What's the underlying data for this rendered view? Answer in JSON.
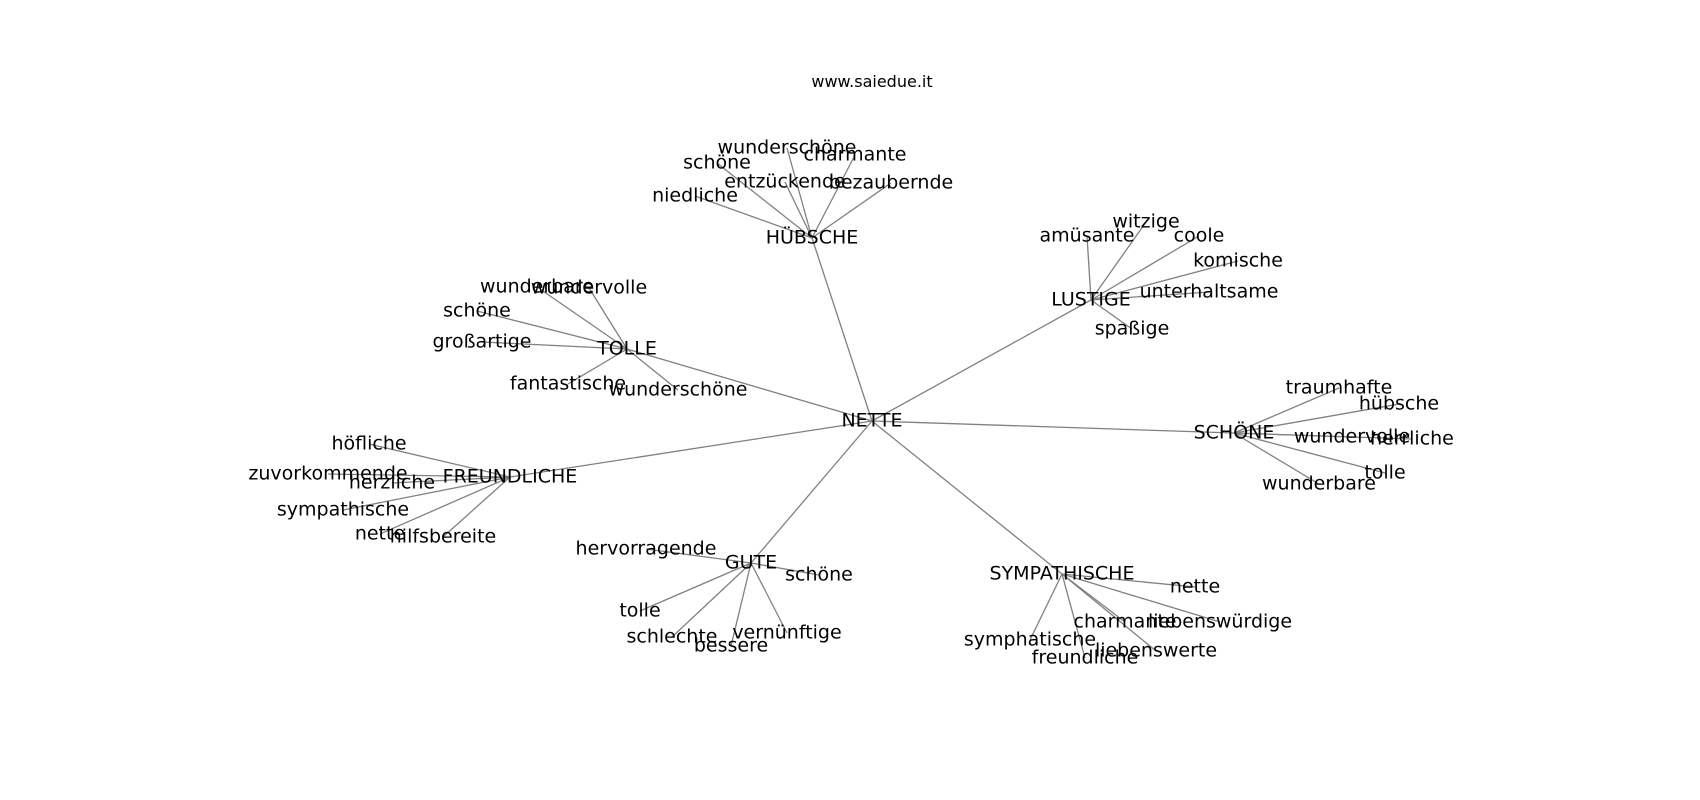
{
  "watermark": "www.saiedue.it",
  "graph": {
    "center": "NETTE",
    "hubs": [
      {
        "label": "HÜBSCHE",
        "words": [
          "wunderschöne",
          "charmante",
          "schöne",
          "entzückende",
          "bezaubernde",
          "niedliche"
        ]
      },
      {
        "label": "LUSTIGE",
        "words": [
          "witzige",
          "amüsante",
          "coole",
          "komische",
          "unterhaltsame",
          "spaßige"
        ]
      },
      {
        "label": "TOLLE",
        "words": [
          "wunderbare",
          "wundervolle",
          "schöne",
          "großartige",
          "fantastische",
          "wunderschöne"
        ]
      },
      {
        "label": "SCHÖNE",
        "words": [
          "traumhafte",
          "hübsche",
          "wundervolle",
          "herrliche",
          "tolle",
          "wunderbare"
        ]
      },
      {
        "label": "FREUNDLICHE",
        "words": [
          "höfliche",
          "zuvorkommende",
          "herzliche",
          "sympathische",
          "nette",
          "hilfsbereite"
        ]
      },
      {
        "label": "GUTE",
        "words": [
          "hervorragende",
          "schöne",
          "tolle",
          "schlechte",
          "bessere",
          "vernünftige"
        ]
      },
      {
        "label": "SYMPATHISCHE",
        "words": [
          "nette",
          "charmante",
          "liebenswürdige",
          "symphatische",
          "liebenswerte",
          "freundliche"
        ]
      }
    ]
  }
}
